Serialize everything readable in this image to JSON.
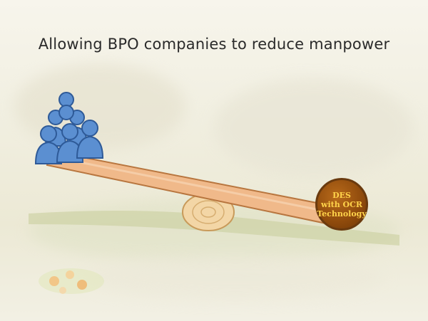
{
  "slide": {
    "title": "Allowing BPO companies to reduce manpower"
  },
  "badge": {
    "line1": "DES",
    "line2": "with OCR",
    "line3": "Technology"
  },
  "colors": {
    "plank": "#f0b98a",
    "people": "#5b8fd1",
    "badge": "#8e4a0c",
    "badge_text": "#ffd34a"
  },
  "icons": [
    "people-group-icon",
    "seesaw-plank",
    "fulcrum-log",
    "flowers-icon"
  ]
}
